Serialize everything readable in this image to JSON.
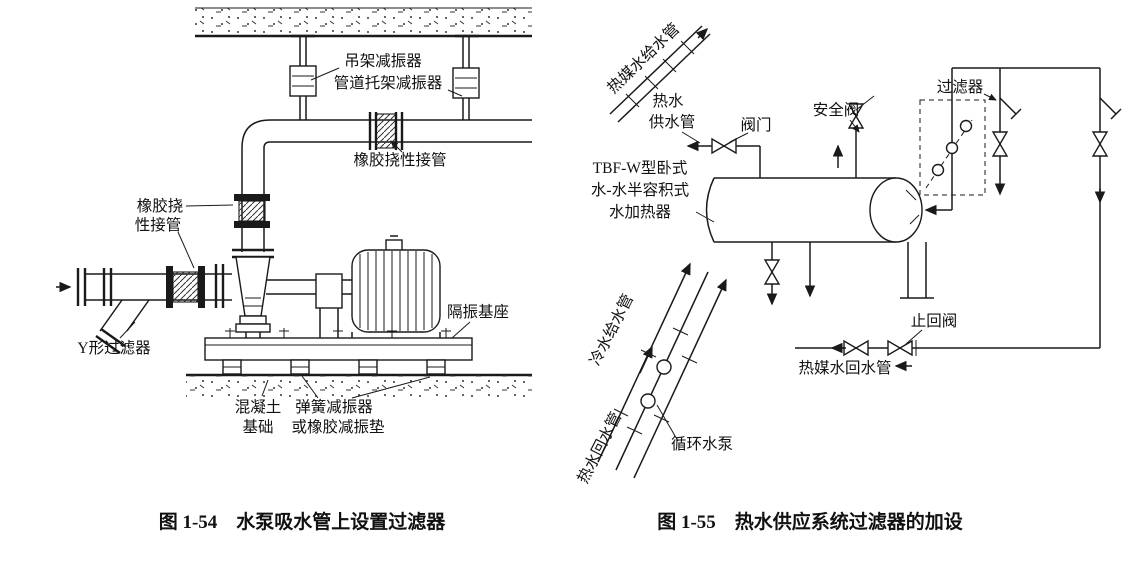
{
  "figures": {
    "left": {
      "caption": "图 1-54　水泵吸水管上设置过滤器",
      "labels": {
        "hanger_damper": "吊架减振器",
        "bracket_damper": "管道托架减振器",
        "flexible_joint": "橡胶挠性接管",
        "flexible_joint_vertical": [
          "橡胶挠",
          "性接管"
        ],
        "y_strainer": "Y形过滤器",
        "isolation_base": "隔振基座",
        "concrete_base": [
          "混凝土",
          "基础"
        ],
        "spring_damper": [
          "弹簧减振器",
          "或橡胶减振垫"
        ]
      }
    },
    "right": {
      "caption": "图 1-55　热水供应系统过滤器的加设",
      "labels": {
        "heating_medium_supply": "热媒水给水管",
        "hot_water_supply": [
          "热水",
          "供水管"
        ],
        "valve": "阀门",
        "safety_valve": "安全阀",
        "strainer": "过滤器",
        "heater_name": [
          "TBF-W型卧式",
          "水-水半容积式",
          "水加热器"
        ],
        "cold_water_supply": "冷水给水管",
        "hot_water_return": "热水回水管",
        "circulation_pump": "循环水泵",
        "check_valve": "止回阀",
        "heating_medium_return": "热媒水回水管"
      }
    }
  }
}
